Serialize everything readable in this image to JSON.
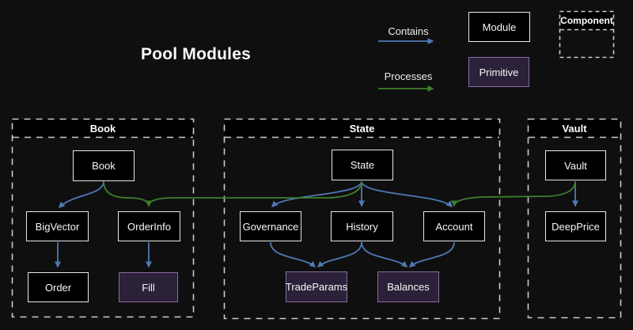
{
  "page_title": "Pool Modules",
  "legend": {
    "contains": "Contains",
    "processes": "Processes",
    "module": "Module",
    "primitive": "Primitive",
    "component": "Component"
  },
  "colors": {
    "background": "#0f0f0f",
    "contains_arrow": "#4d79b5",
    "processes_arrow": "#3e7e2b",
    "module_fill": "#000000",
    "module_border": "#e9e9e9",
    "primitive_fill": "#2b2138",
    "primitive_border": "#8a6aa4",
    "container_border": "#cbcbcb",
    "text": "#f2f2f2"
  },
  "containers": {
    "book": {
      "title": "Book",
      "nodes": {
        "book": "Book",
        "bigvector": "BigVector",
        "orderinfo": "OrderInfo",
        "order": "Order",
        "fill": "Fill"
      }
    },
    "state": {
      "title": "State",
      "nodes": {
        "state": "State",
        "governance": "Governance",
        "history": "History",
        "account": "Account",
        "tradeparams": "TradeParams",
        "balances": "Balances"
      }
    },
    "vault": {
      "title": "Vault",
      "nodes": {
        "vault": "Vault",
        "deepprice": "DeepPrice"
      }
    }
  },
  "node_types": {
    "module": [
      "Book",
      "BigVector",
      "OrderInfo",
      "Order",
      "State",
      "Governance",
      "History",
      "Account",
      "Vault",
      "DeepPrice"
    ],
    "primitive": [
      "Fill",
      "TradeParams",
      "Balances"
    ]
  },
  "edges": [
    {
      "from": "Book",
      "to": "BigVector",
      "relation": "contains"
    },
    {
      "from": "BigVector",
      "to": "Order",
      "relation": "contains"
    },
    {
      "from": "OrderInfo",
      "to": "Fill",
      "relation": "contains"
    },
    {
      "from": "Book",
      "to": "OrderInfo",
      "relation": "processes"
    },
    {
      "from": "State",
      "to": "OrderInfo",
      "relation": "processes"
    },
    {
      "from": "State",
      "to": "Governance",
      "relation": "contains"
    },
    {
      "from": "State",
      "to": "History",
      "relation": "contains"
    },
    {
      "from": "State",
      "to": "Account",
      "relation": "contains"
    },
    {
      "from": "Governance",
      "to": "TradeParams",
      "relation": "contains"
    },
    {
      "from": "History",
      "to": "TradeParams",
      "relation": "contains"
    },
    {
      "from": "History",
      "to": "Balances",
      "relation": "contains"
    },
    {
      "from": "Account",
      "to": "Balances",
      "relation": "contains"
    },
    {
      "from": "Vault",
      "to": "DeepPrice",
      "relation": "contains"
    },
    {
      "from": "Vault",
      "to": "Account",
      "relation": "processes"
    }
  ]
}
